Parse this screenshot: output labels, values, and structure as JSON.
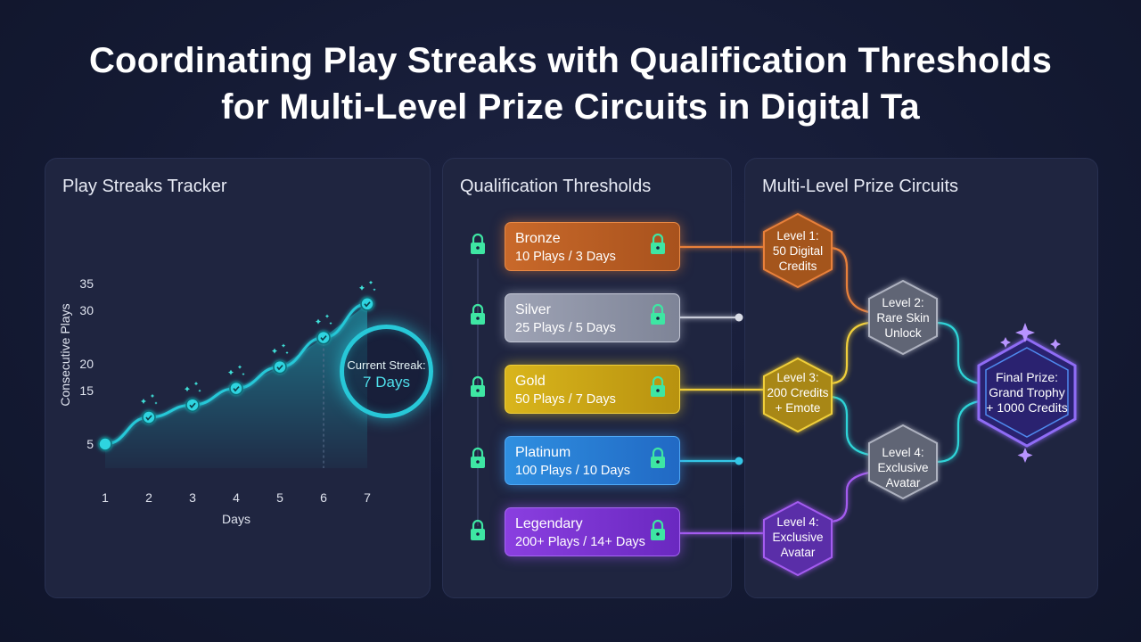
{
  "title_line1": "Coordinating Play Streaks with Qualification Thresholds",
  "title_line2": "for Multi-Level Prize Circuits in Digital Ta",
  "panels": {
    "streaks": "Play Streaks Tracker",
    "thresholds": "Qualification Thresholds",
    "circuits": "Multi-Level Prize Circuits"
  },
  "chart_data": {
    "type": "area",
    "xlabel": "Days",
    "ylabel": "Consecutive Plays",
    "x": [
      1,
      2,
      3,
      4,
      5,
      6,
      7
    ],
    "values": [
      5,
      10,
      12.3,
      15.4,
      19.4,
      24.9,
      31.2
    ],
    "y_ticks": [
      5,
      15,
      20,
      30,
      35
    ],
    "xlim": [
      1,
      7
    ],
    "color": "#27c8d8"
  },
  "current_streak": {
    "label": "Current Streak:",
    "value": "7 Days"
  },
  "tiers": [
    {
      "name": "Bronze",
      "requirement": "10 Plays / 3 Days",
      "color": "#c9692a"
    },
    {
      "name": "Silver",
      "requirement": "25 Plays / 5 Days",
      "color": "#9ea3b5"
    },
    {
      "name": "Gold",
      "requirement": "50 Plays / 7 Days",
      "color": "#d9b51c"
    },
    {
      "name": "Platinum",
      "requirement": "100 Plays / 10 Days",
      "color": "#2f8fe0"
    },
    {
      "name": "Legendary",
      "requirement": "200+ Plays / 14+ Days",
      "color": "#8a3fe0"
    }
  ],
  "levels": {
    "level1": [
      "Level 1:",
      "50 Digital",
      "Credits"
    ],
    "level2": [
      "Level 2:",
      "Rare Skin",
      "Unlock"
    ],
    "level3": [
      "Level 3:",
      "200 Credits",
      "+ Emote"
    ],
    "level4a": [
      "Level 4:",
      "Exclusive",
      "Avatar"
    ],
    "level4b": [
      "Level 4:",
      "Exclusive",
      "Avatar"
    ],
    "final": [
      "Final Prize:",
      "Grand Trophy",
      "+ 1000 Credits"
    ]
  }
}
